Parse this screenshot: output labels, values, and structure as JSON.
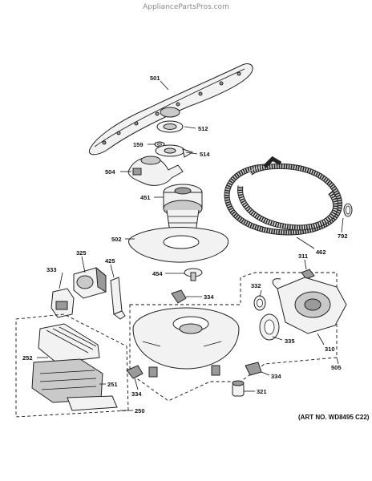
{
  "header": {
    "watermark": "AppliancePartsPros.com"
  },
  "art_number": "(ART NO. WD8495 C22)",
  "parts": [
    {
      "id": "p501",
      "label": "501"
    },
    {
      "id": "p512",
      "label": "512"
    },
    {
      "id": "p159",
      "label": "159"
    },
    {
      "id": "p514",
      "label": "514"
    },
    {
      "id": "p504",
      "label": "504"
    },
    {
      "id": "p451",
      "label": "451"
    },
    {
      "id": "p502",
      "label": "502"
    },
    {
      "id": "p462",
      "label": "462"
    },
    {
      "id": "p792",
      "label": "792"
    },
    {
      "id": "p325",
      "label": "325"
    },
    {
      "id": "p425",
      "label": "425"
    },
    {
      "id": "p333",
      "label": "333"
    },
    {
      "id": "p454",
      "label": "454"
    },
    {
      "id": "p311",
      "label": "311"
    },
    {
      "id": "p332",
      "label": "332"
    },
    {
      "id": "p334a",
      "label": "334"
    },
    {
      "id": "p252",
      "label": "252"
    },
    {
      "id": "p251",
      "label": "251"
    },
    {
      "id": "p250",
      "label": "250"
    },
    {
      "id": "p334b",
      "label": "334"
    },
    {
      "id": "p334c",
      "label": "334"
    },
    {
      "id": "p335",
      "label": "335"
    },
    {
      "id": "p310",
      "label": "310"
    },
    {
      "id": "p505",
      "label": "505"
    },
    {
      "id": "p321",
      "label": "321"
    }
  ]
}
